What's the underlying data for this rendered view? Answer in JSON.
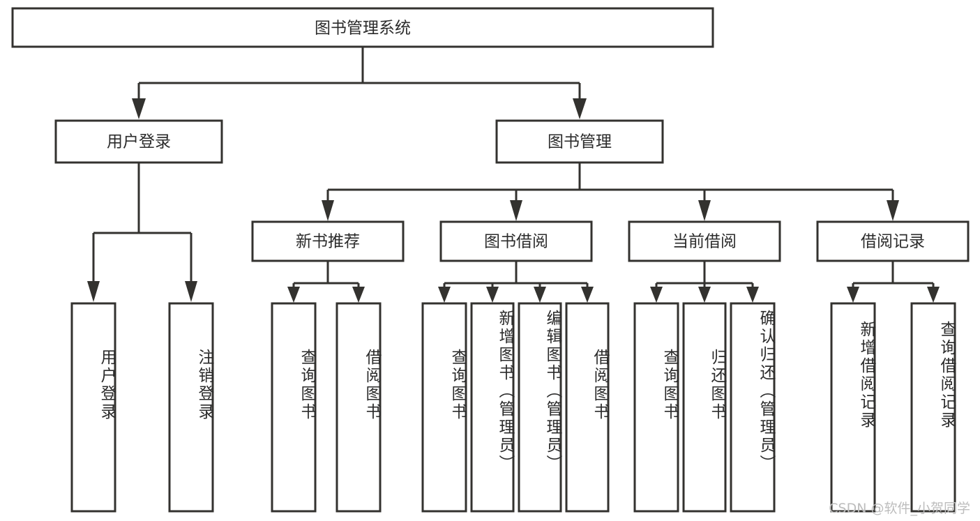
{
  "diagram": {
    "type": "tree-hierarchy-chart",
    "title": "图书管理系统",
    "colors": {
      "background": "#ffffff",
      "box_fill": "#ffffff",
      "line": "#33322f",
      "text": "#2b2b2b",
      "watermark": "#bdbdbd"
    },
    "levels": {
      "root": {
        "label": "图书管理系统"
      },
      "level2": [
        {
          "label": "用户登录"
        },
        {
          "label": "图书管理"
        }
      ],
      "level3": [
        {
          "label": "新书推荐"
        },
        {
          "label": "图书借阅"
        },
        {
          "label": "当前借阅"
        },
        {
          "label": "借阅记录"
        }
      ],
      "leaves": [
        {
          "label": "用户登录",
          "parent": "用户登录"
        },
        {
          "label": "注销登录",
          "parent": "用户登录"
        },
        {
          "label": "查询图书",
          "parent": "新书推荐"
        },
        {
          "label": "借阅图书",
          "parent": "新书推荐"
        },
        {
          "label": "查询图书",
          "parent": "图书借阅"
        },
        {
          "label": "新增图书（管理员）",
          "parent": "图书借阅"
        },
        {
          "label": "编辑图书（管理员）",
          "parent": "图书借阅"
        },
        {
          "label": "借阅图书",
          "parent": "图书借阅"
        },
        {
          "label": "查询图书",
          "parent": "当前借阅"
        },
        {
          "label": "归还图书",
          "parent": "当前借阅"
        },
        {
          "label": "确认归还（管理员）",
          "parent": "当前借阅"
        },
        {
          "label": "新增借阅记录",
          "parent": "借阅记录"
        },
        {
          "label": "查询借阅记录",
          "parent": "借阅记录"
        }
      ]
    }
  },
  "watermark": {
    "text": "CSDN @软件_小贺同学"
  }
}
